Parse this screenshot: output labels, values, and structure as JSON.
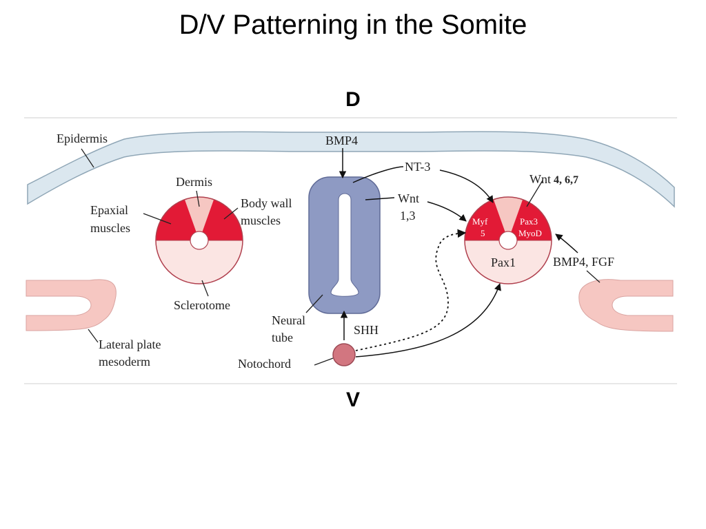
{
  "title": "D/V Patterning in the Somite",
  "dorsal_label": "D",
  "ventral_label": "V",
  "labels": {
    "epidermis": "Epidermis",
    "bmp4_top": "BMP4",
    "nt3": "NT-3",
    "wnt_a": "Wnt",
    "wnt_a_suffix": "4, 6,7",
    "dermis": "Dermis",
    "epaxial_1": "Epaxial",
    "epaxial_2": "muscles",
    "body_wall_1": "Body wall",
    "body_wall_2": "muscles",
    "wnt_b_1": "Wnt",
    "wnt_b_2": "1,3",
    "myf_1": "Myf",
    "myf_2": "5",
    "pax3": "Pax3",
    "myod": "MyoD",
    "pax1": "Pax1",
    "bmp4_fgf": "BMP4, FGF",
    "sclerotome": "Sclerotome",
    "neural_1": "Neural",
    "neural_2": "tube",
    "shh": "SHH",
    "lateral_1": "Lateral plate",
    "lateral_2": "mesoderm",
    "notochord": "Notochord"
  },
  "colors": {
    "epidermis_fill": "#dbe7ef",
    "neural_tube_fill": "#8e9ac3",
    "myotome_red": "#e21a36",
    "dermis_pink": "#f6c7c2",
    "sclerotome_pale": "#fbe5e3",
    "notochord_fill": "#d27680"
  }
}
